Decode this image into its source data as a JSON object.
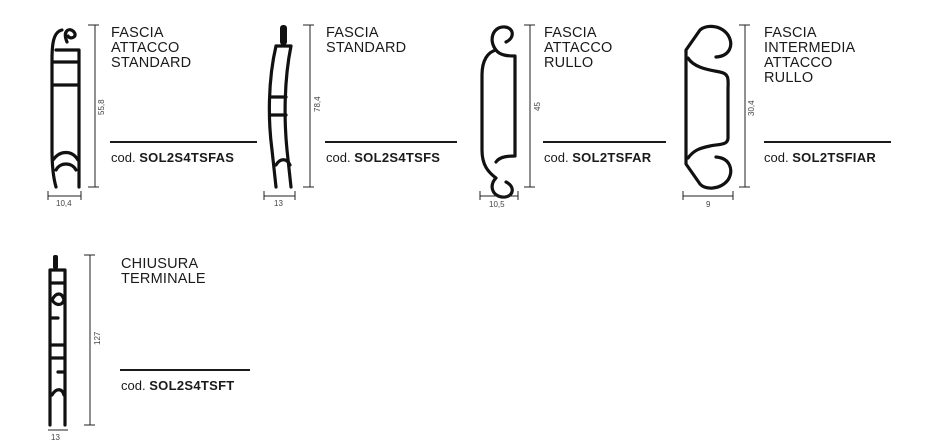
{
  "profiles": [
    {
      "title": "FASCIA\nATTACCO\nSTANDARD",
      "code_prefix": "cod.",
      "code": "SOL2S4TSFAS",
      "height_dim": "55,8",
      "width_dim": "10,4"
    },
    {
      "title": "FASCIA\nSTANDARD",
      "code_prefix": "cod.",
      "code": "SOL2S4TSFS",
      "height_dim": "78,4",
      "width_dim": "13"
    },
    {
      "title": "FASCIA\nATTACCO\nRULLO",
      "code_prefix": "cod.",
      "code": "SOL2TSFAR",
      "height_dim": "45",
      "width_dim": "10,5"
    },
    {
      "title": "FASCIA\nINTERMEDIA\nATTACCO\nRULLO",
      "code_prefix": "cod.",
      "code": "SOL2TSFIAR",
      "height_dim": "30,4",
      "width_dim": "9"
    },
    {
      "title": "CHIUSURA\nTERMINALE",
      "code_prefix": "cod.",
      "code": "SOL2S4TSFT",
      "height_dim": "127",
      "width_dim": "13"
    }
  ]
}
